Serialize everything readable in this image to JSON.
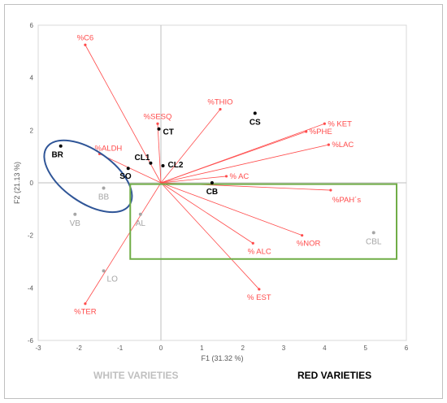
{
  "chart_data": {
    "type": "scatter",
    "title": "",
    "xlabel": "F1 (31.32 %)",
    "ylabel": "F2 (21.13 %)",
    "xlim": [
      -3,
      6
    ],
    "ylim": [
      -6,
      6
    ],
    "xticks": [
      -3,
      -2,
      -1,
      0,
      1,
      2,
      3,
      4,
      5,
      6
    ],
    "yticks": [
      -6,
      -4,
      -2,
      0,
      2,
      4,
      6
    ],
    "grid": false,
    "colors": {
      "vector": "#ff4c4c",
      "red_sample": "#000000",
      "white_sample": "#a6a6a6",
      "ellipse": "#2f5597",
      "box": "#70ad47"
    },
    "variables": [
      {
        "label": "%C6",
        "x": -1.85,
        "y": 5.25
      },
      {
        "label": "%THIO",
        "x": 1.45,
        "y": 2.8
      },
      {
        "label": "%SESQ",
        "x": -0.08,
        "y": 2.25
      },
      {
        "label": "% KET",
        "x": 4.0,
        "y": 2.25
      },
      {
        "label": "%PHE",
        "x": 3.55,
        "y": 1.95
      },
      {
        "label": "%LAC",
        "x": 4.1,
        "y": 1.45
      },
      {
        "label": "%ALDH",
        "x": -1.5,
        "y": 1.1
      },
      {
        "label": "% AC",
        "x": 1.6,
        "y": 0.25
      },
      {
        "label": "%PAH´s",
        "x": 4.15,
        "y": -0.28
      },
      {
        "label": "%NOR",
        "x": 3.45,
        "y": -2.0
      },
      {
        "label": "% ALC",
        "x": 2.25,
        "y": -2.3
      },
      {
        "label": "% EST",
        "x": 2.4,
        "y": -4.05
      },
      {
        "label": "%TER",
        "x": -1.85,
        "y": -4.6
      }
    ],
    "samples": [
      {
        "label": "BR",
        "x": -2.45,
        "y": 1.4,
        "group": "red"
      },
      {
        "label": "CT",
        "x": -0.05,
        "y": 2.05,
        "group": "red"
      },
      {
        "label": "CS",
        "x": 2.3,
        "y": 2.65,
        "group": "red"
      },
      {
        "label": "CL1",
        "x": -0.25,
        "y": 0.75,
        "group": "red"
      },
      {
        "label": "CL2",
        "x": 0.05,
        "y": 0.65,
        "group": "red"
      },
      {
        "label": "SO",
        "x": -0.8,
        "y": 0.55,
        "group": "red"
      },
      {
        "label": "CB",
        "x": 1.25,
        "y": 0.0,
        "group": "red"
      },
      {
        "label": "BB",
        "x": -1.4,
        "y": -0.2,
        "group": "white"
      },
      {
        "label": "VB",
        "x": -2.1,
        "y": -1.2,
        "group": "white"
      },
      {
        "label": "AL",
        "x": -0.5,
        "y": -1.2,
        "group": "white"
      },
      {
        "label": "LO",
        "x": -1.4,
        "y": -3.35,
        "group": "white"
      },
      {
        "label": "CBL",
        "x": 5.2,
        "y": -1.9,
        "group": "white"
      }
    ],
    "legend": {
      "white": "WHITE VARIETIES",
      "red": "RED VARIETIES"
    }
  }
}
